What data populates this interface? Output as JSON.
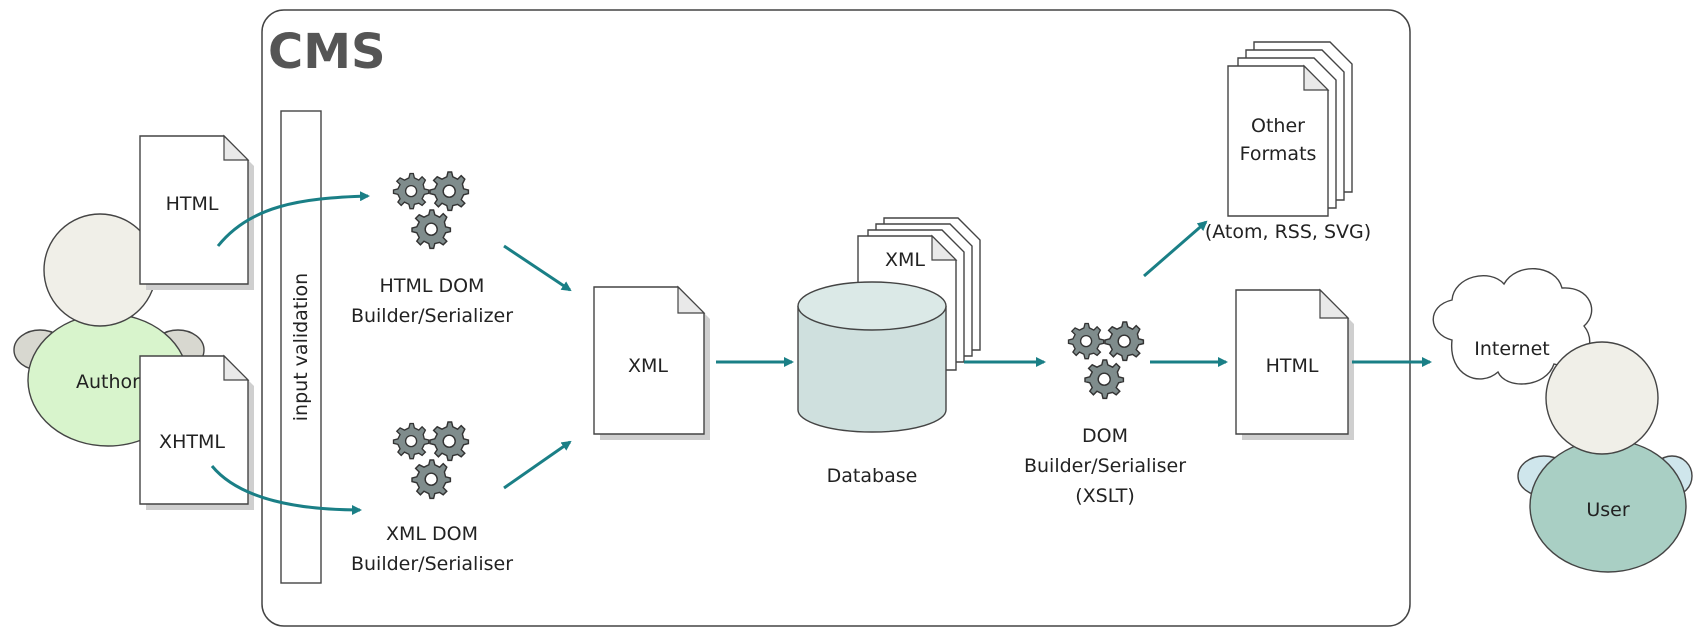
{
  "container_title": "CMS",
  "author": {
    "label": "Author",
    "color": "#d8f4cc"
  },
  "user": {
    "label": "User",
    "color": "#a9cfc4"
  },
  "input_docs": {
    "html": "HTML",
    "xhtml": "XHTML"
  },
  "validation_label": "input validation",
  "builders": {
    "html_dom": [
      "HTML DOM",
      "Builder/Serializer"
    ],
    "xml_dom": [
      "XML DOM",
      "Builder/Serialiser"
    ]
  },
  "xml_doc": "XML",
  "database": {
    "label": "Database",
    "stack_doc": "XML"
  },
  "dom_builder": [
    "DOM",
    "Builder/Serialiser",
    "(XSLT)"
  ],
  "other_formats": {
    "doc": [
      "Other",
      "Formats"
    ],
    "caption": "(Atom, RSS, SVG)"
  },
  "output_html": "HTML",
  "internet": "Internet",
  "colors": {
    "accent": "#1a7f86",
    "frame": "#444444",
    "title": "#555555"
  }
}
